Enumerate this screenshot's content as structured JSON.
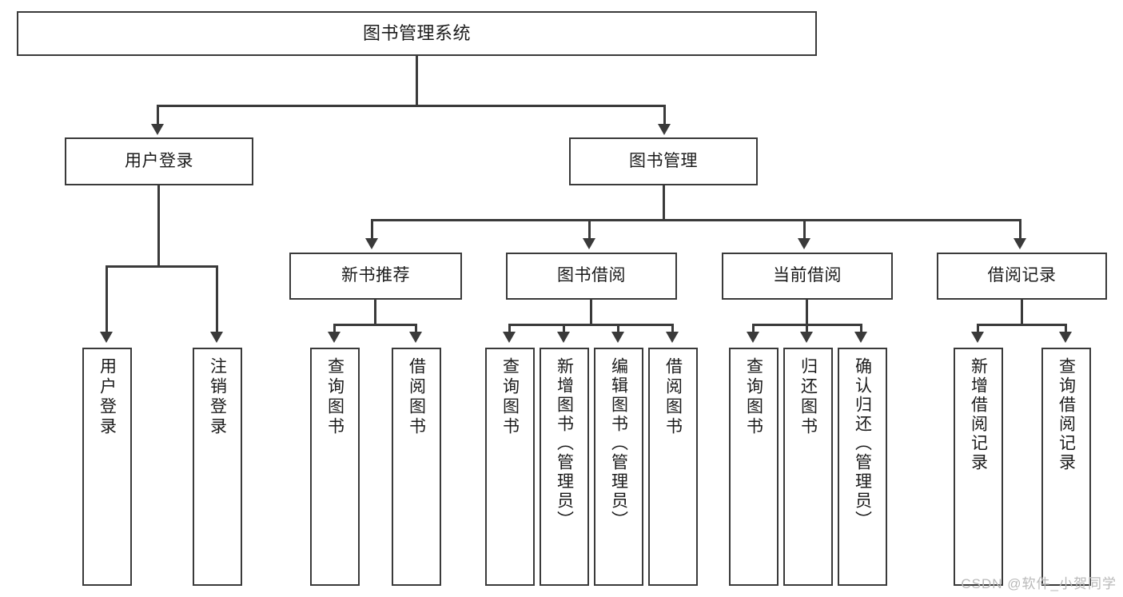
{
  "diagram": {
    "type": "tree-hierarchy",
    "title": "图书管理系统",
    "root": {
      "label": "图书管理系统"
    },
    "level2": [
      {
        "id": "user-login",
        "label": "用户登录"
      },
      {
        "id": "book-manage",
        "label": "图书管理"
      }
    ],
    "level3": [
      {
        "id": "new-book-recommend",
        "label": "新书推荐",
        "parent": "book-manage"
      },
      {
        "id": "book-borrow",
        "label": "图书借阅",
        "parent": "book-manage"
      },
      {
        "id": "current-borrow",
        "label": "当前借阅",
        "parent": "book-manage"
      },
      {
        "id": "borrow-record",
        "label": "借阅记录",
        "parent": "book-manage"
      }
    ],
    "leaves": {
      "user_login": [
        {
          "id": "leaf-user-login",
          "label": "用户登录"
        },
        {
          "id": "leaf-user-logout",
          "label": "注销登录"
        }
      ],
      "new_book_recommend": [
        {
          "id": "leaf-query-book-1",
          "label": "查询图书"
        },
        {
          "id": "leaf-borrow-book-1",
          "label": "借阅图书"
        }
      ],
      "book_borrow": [
        {
          "id": "leaf-query-book-2",
          "label": "查询图书"
        },
        {
          "id": "leaf-add-book",
          "label": "新增图书（管理员）"
        },
        {
          "id": "leaf-edit-book",
          "label": "编辑图书（管理员）"
        },
        {
          "id": "leaf-borrow-book-2",
          "label": "借阅图书"
        }
      ],
      "current_borrow": [
        {
          "id": "leaf-query-book-3",
          "label": "查询图书"
        },
        {
          "id": "leaf-return-book",
          "label": "归还图书"
        },
        {
          "id": "leaf-confirm-return",
          "label": "确认归还（管理员）"
        }
      ],
      "borrow_record": [
        {
          "id": "leaf-add-record",
          "label": "新增借阅记录"
        },
        {
          "id": "leaf-query-record",
          "label": "查询借阅记录"
        }
      ]
    },
    "colors": {
      "stroke": "#3a3a3a",
      "fill": "#ffffff",
      "text": "#1b1b1b",
      "watermark": "#b9b9b9"
    }
  },
  "watermark": {
    "text": "CSDN @软件_小贺同学"
  }
}
